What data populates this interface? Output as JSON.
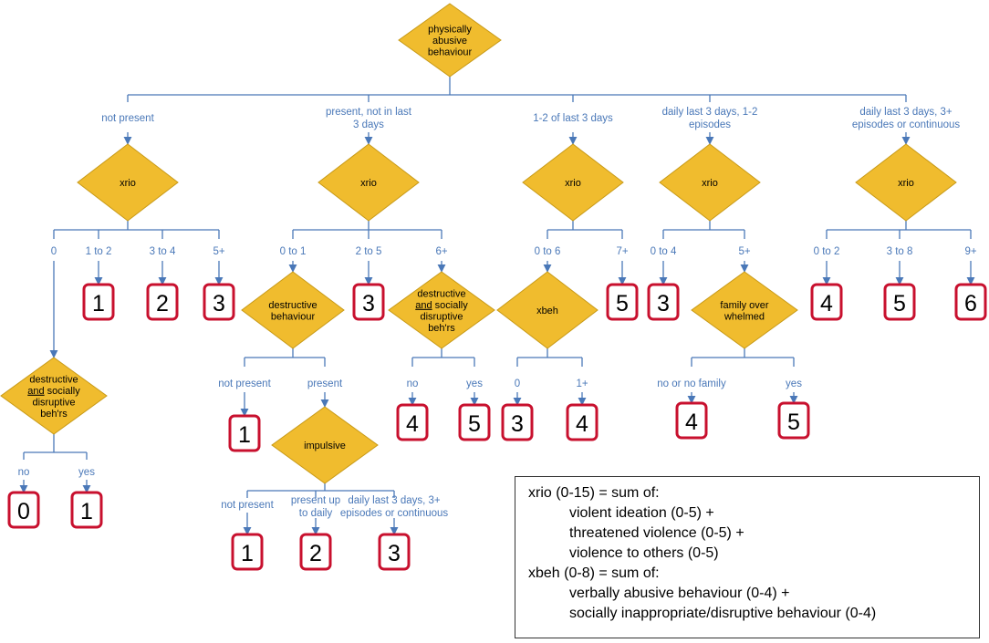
{
  "colors": {
    "diamond": "#f0bc2e",
    "diamond_stroke": "#c89a18",
    "line": "#4a78b8",
    "outcome_border": "#c8102e"
  },
  "nodes": {
    "root": [
      "physically",
      "abusive",
      "behaviour"
    ],
    "xrio": "xrio",
    "xbeh": "xbeh",
    "destructive_behaviour": [
      "destructive",
      "behaviour"
    ],
    "destructive_social": [
      "destructive",
      "and socially",
      "disruptive",
      "beh'rs"
    ],
    "impulsive": "impulsive",
    "family_overwhelmed": [
      "family over",
      "whelmed"
    ]
  },
  "edge_labels": {
    "top_not_present": "not present",
    "top_present_not_last3": [
      "present, not in last",
      "3 days"
    ],
    "top_1_2_of_last3": "1-2 of last 3 days",
    "top_daily_1_2": [
      "daily last 3 days, 1-2",
      "episodes"
    ],
    "top_daily_3plus": [
      "daily last 3 days, 3+",
      "episodes or continuous"
    ],
    "a_0": "0",
    "a_1to2": "1 to 2",
    "a_3to4": "3 to 4",
    "a_5plus": "5+",
    "a_no": "no",
    "a_yes": "yes",
    "b_0to1": "0 to 1",
    "b_2to5": "2 to 5",
    "b_6plus": "6+",
    "b_not_present": "not present",
    "b_present": "present",
    "b_imp_not_present": "not present",
    "b_imp_present_daily": [
      "present up",
      "to daily"
    ],
    "b_imp_daily_3plus": [
      "daily last 3 days, 3+",
      "episodes or continuous"
    ],
    "b_no": "no",
    "b_yes": "yes",
    "c_0to6": "0 to 6",
    "c_7plus": "7+",
    "c_0": "0",
    "c_1plus": "1+",
    "d_0to4": "0 to 4",
    "d_5plus": "5+",
    "d_no_family": "no or no family",
    "d_yes": "yes",
    "e_0to2": "0 to 2",
    "e_3to8": "3 to 8",
    "e_9plus": "9+"
  },
  "outcomes": {
    "a_1to2": "1",
    "a_3to4": "2",
    "a_5plus": "3",
    "a_no": "0",
    "a_yes": "1",
    "b_2to5": "3",
    "b_not_present": "1",
    "b_imp_not_present": "1",
    "b_imp_present": "2",
    "b_imp_daily": "3",
    "b_no": "4",
    "b_yes": "5",
    "c_7plus": "5",
    "c_0": "3",
    "c_1plus": "4",
    "d_0to4": "3",
    "d_no": "4",
    "d_yes": "5",
    "e_0to2": "4",
    "e_3to8": "5",
    "e_9plus": "6"
  },
  "legend": {
    "xrio_title": "xrio (0-15) = sum of:",
    "xrio_items": [
      "violent ideation (0-5) +",
      "threatened violence (0-5) +",
      "violence to others (0-5)"
    ],
    "xbeh_title": "xbeh (0-8) = sum of:",
    "xbeh_items": [
      "verbally abusive behaviour (0-4) +",
      "socially inappropriate/disruptive behaviour (0-4)"
    ]
  }
}
